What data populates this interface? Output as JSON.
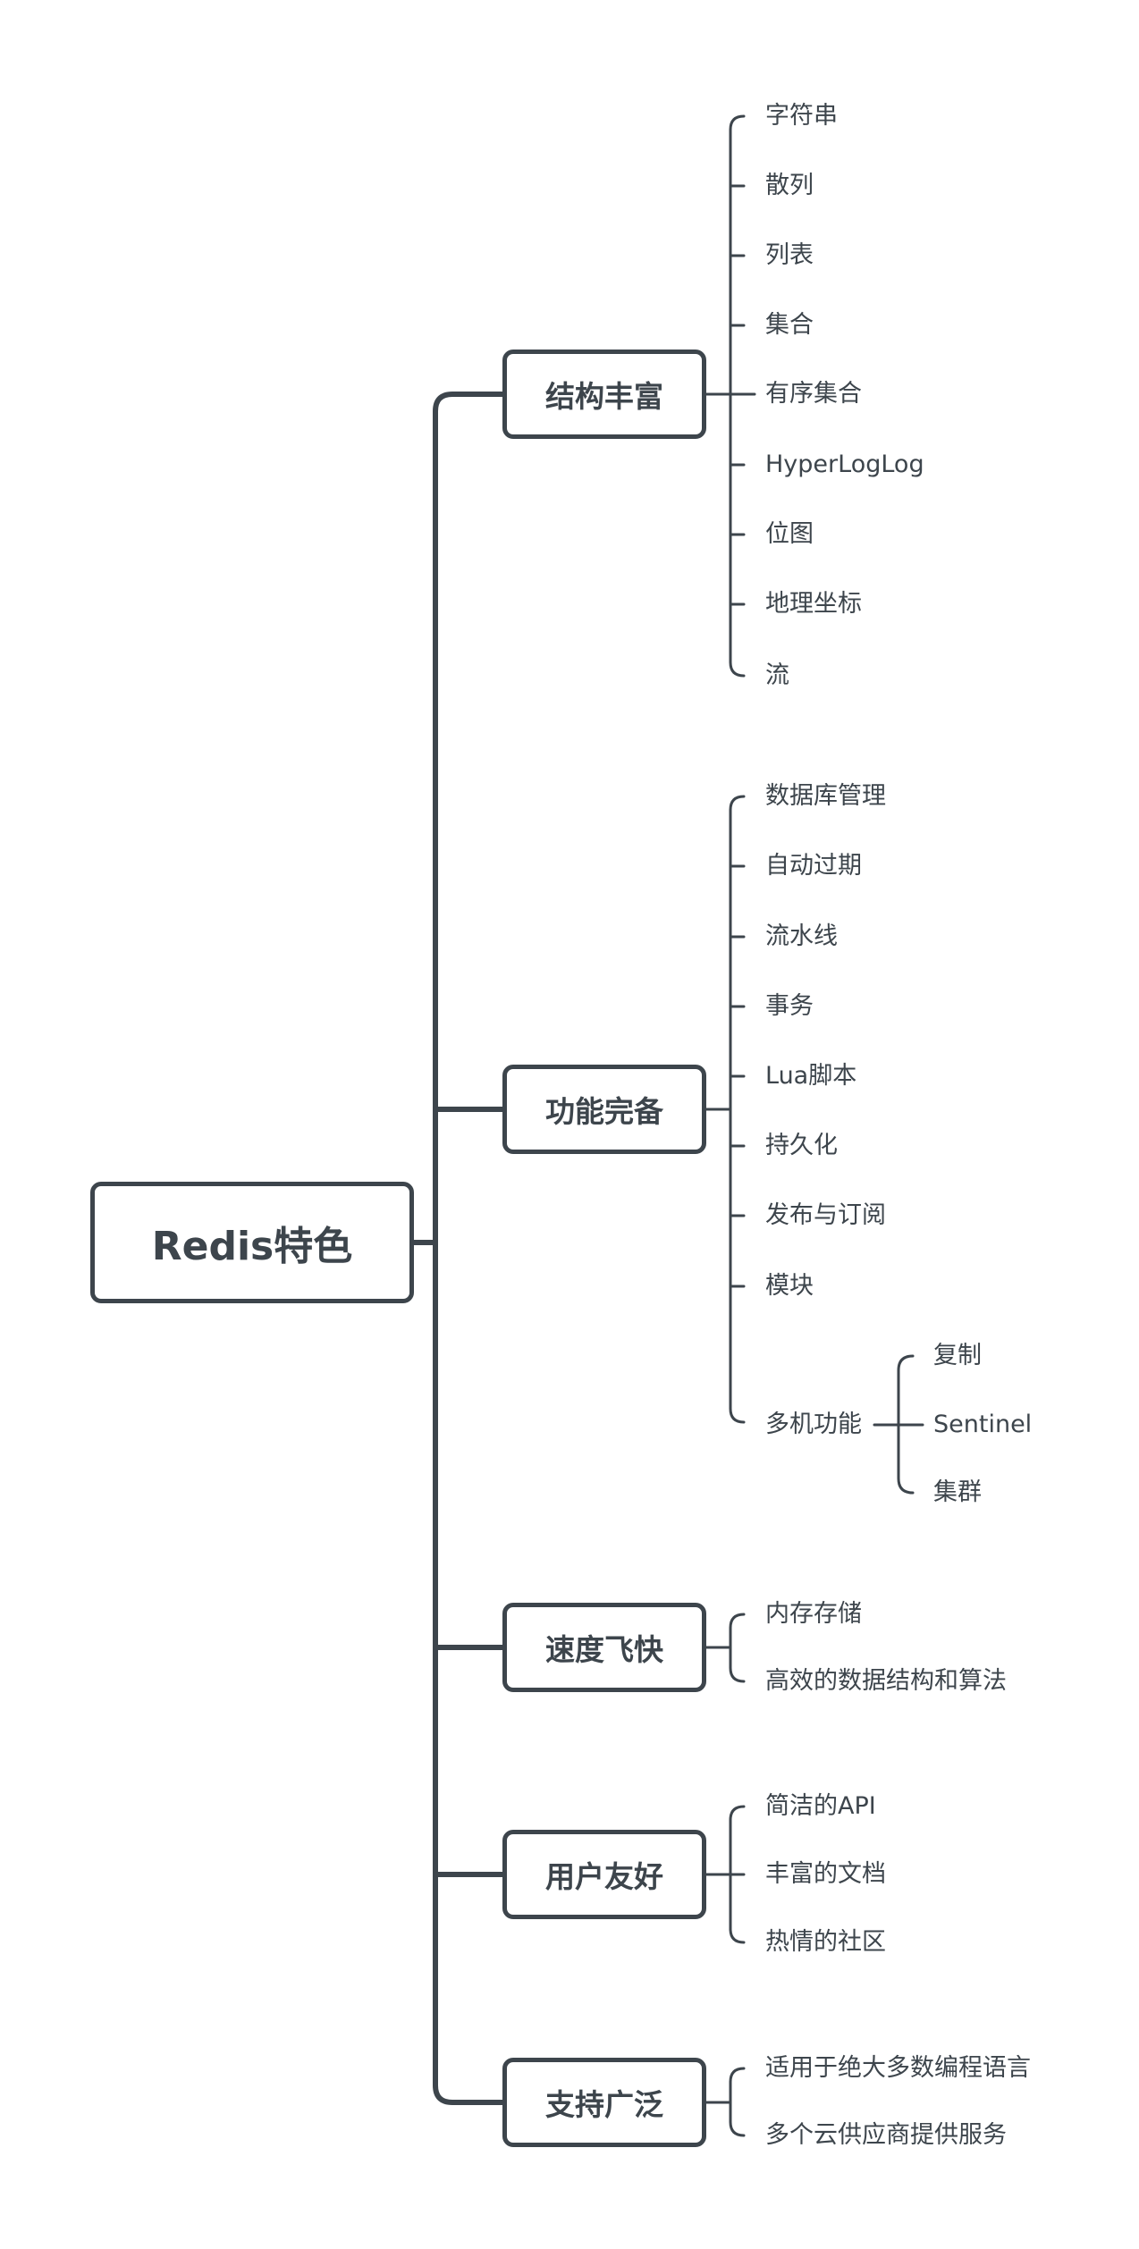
{
  "root": {
    "label": "Redis特色"
  },
  "categories": [
    {
      "label": "结构丰富",
      "items": [
        "字符串",
        "散列",
        "列表",
        "集合",
        "有序集合",
        "HyperLogLog",
        "位图",
        "地理坐标",
        "流"
      ]
    },
    {
      "label": "功能完备",
      "items": [
        "数据库管理",
        "自动过期",
        "流水线",
        "事务",
        "Lua脚本",
        "持久化",
        "发布与订阅",
        "模块",
        "多机功能"
      ],
      "sub": {
        "parent": "多机功能",
        "items": [
          "复制",
          "Sentinel",
          "集群"
        ]
      }
    },
    {
      "label": "速度飞快",
      "items": [
        "内存存储",
        "高效的数据结构和算法"
      ]
    },
    {
      "label": "用户友好",
      "items": [
        "简洁的API",
        "丰富的文档",
        "热情的社区"
      ]
    },
    {
      "label": "支持广泛",
      "items": [
        "适用于绝大多数编程语言",
        "多个云供应商提供服务"
      ]
    }
  ],
  "colors": {
    "line": "#3d454c",
    "text": "#3d454c",
    "background": "#ffffff"
  }
}
